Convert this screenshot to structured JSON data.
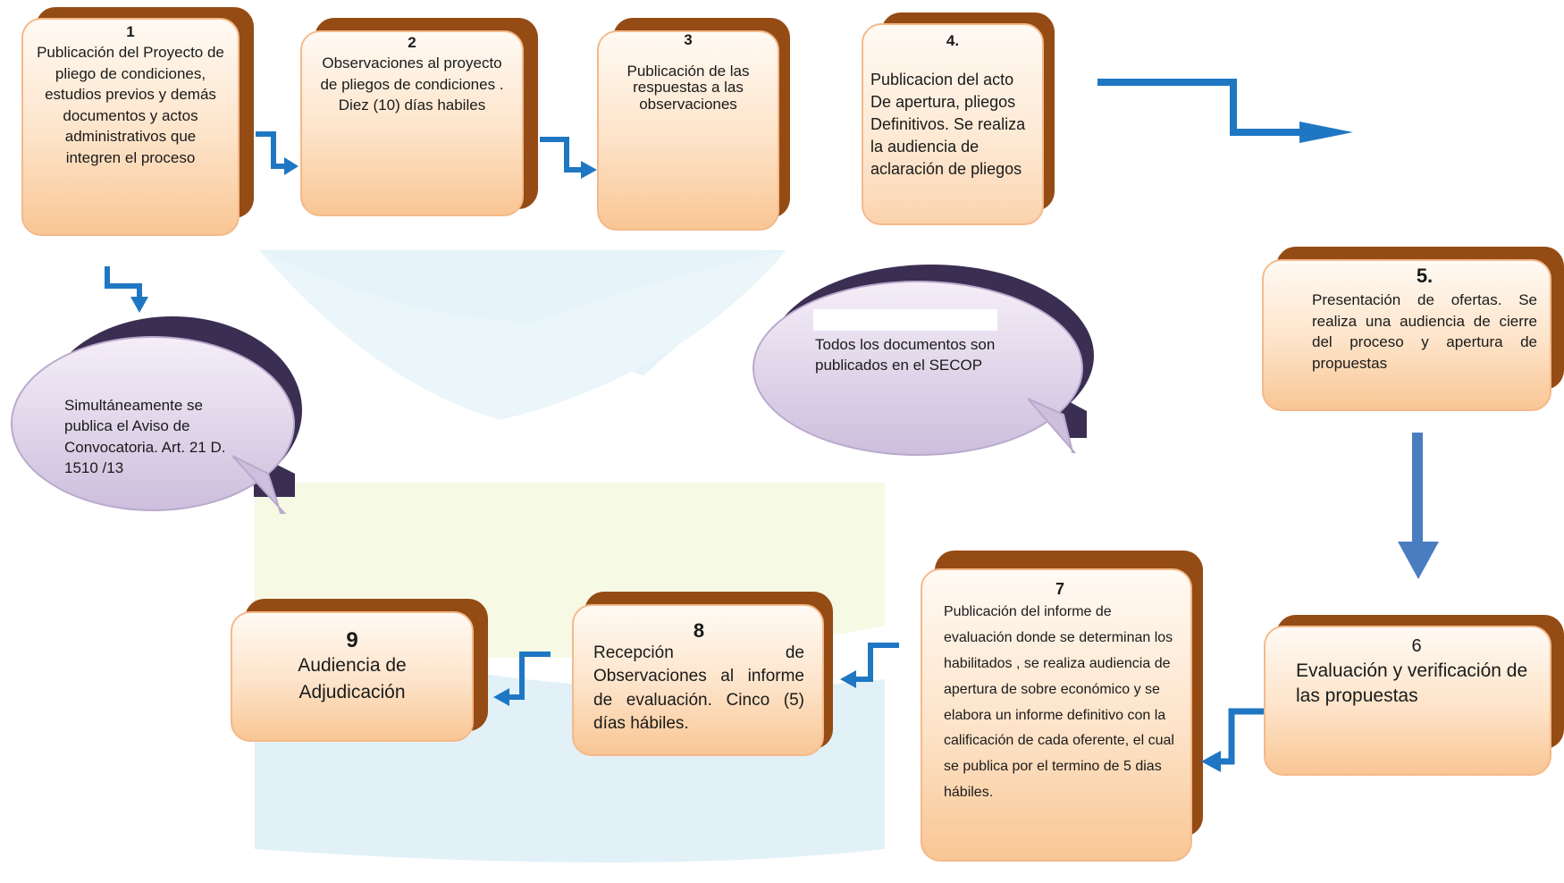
{
  "steps": {
    "s1": {
      "num": "1",
      "text": "Publicación del Proyecto de pliego de condiciones, estudios previos y demás documentos y actos administrativos que integren el proceso"
    },
    "s2": {
      "num": "2",
      "text": "Observaciones al proyecto de pliegos de condiciones . Diez (10) días habiles"
    },
    "s3": {
      "num": "3",
      "text": "Publicación de las respuestas a las observaciones"
    },
    "s4": {
      "num": "4.",
      "text": "Publicacion del acto De apertura, pliegos Definitivos. Se realiza la audiencia de aclaración de pliegos"
    },
    "s5": {
      "num": "5.",
      "text": "Presentación de ofertas. Se realiza una audiencia de cierre del proceso y apertura de propuestas"
    },
    "s6": {
      "num": "6",
      "text": "Evaluación y verificación de las propuestas"
    },
    "s7": {
      "num": "7",
      "text": "Publicación del informe de evaluación donde se determinan los habilitados , se realiza audiencia de apertura de sobre económico y se elabora un informe definitivo con la calificación de cada oferente, el cual se publica por el termino de 5 dias hábiles."
    },
    "s8": {
      "num": "8",
      "text": "Recepción de Observaciones al informe de evaluación. Cinco (5) días hábiles."
    },
    "s9": {
      "num": "9",
      "text": "Audiencia de Adjudicación"
    }
  },
  "notes": {
    "aviso": "Simultáneamente se publica el Aviso de Convocatoria. Art. 21 D. 1510 /13",
    "secop": "Todos los documentos son publicados en el SECOP"
  },
  "colors": {
    "box_fill": "#fde3c8",
    "box_border": "#f4b98a",
    "box_shadow": "#954b14",
    "bubble_fill": "#cdbfdd",
    "bubble_shadow": "#3a2f52",
    "arrow": "#1f77c4",
    "arrow_down": "#4a7dc0"
  }
}
